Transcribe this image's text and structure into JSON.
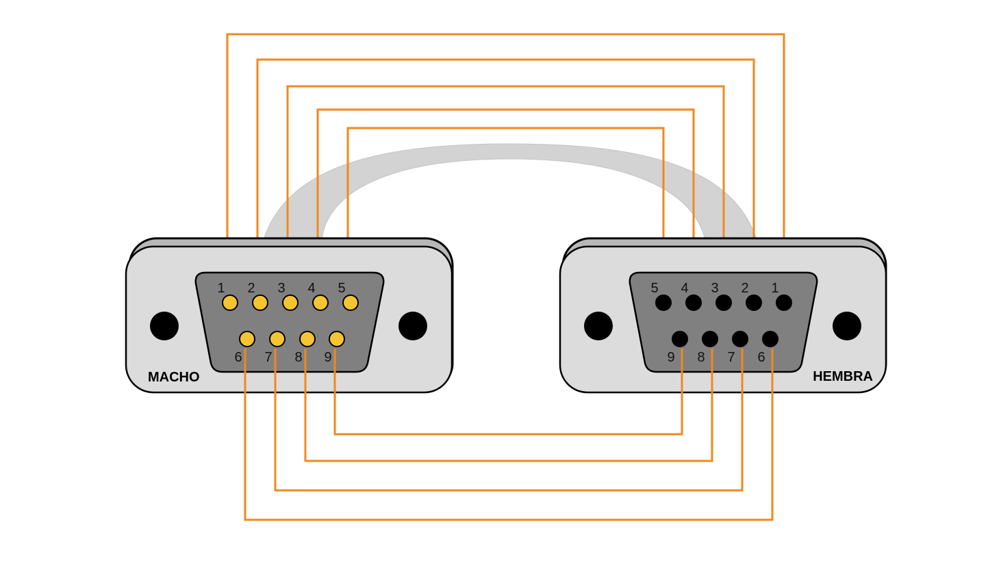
{
  "connectors": {
    "left": {
      "label": "MACHO",
      "pin_style": "yellow"
    },
    "right": {
      "label": "HEMBRA",
      "pin_style": "black"
    }
  },
  "pins": {
    "row_top": [
      "1",
      "2",
      "3",
      "4",
      "5"
    ],
    "row_bottom": [
      "6",
      "7",
      "8",
      "9"
    ]
  },
  "wiring": [
    {
      "from": "1",
      "to": "1"
    },
    {
      "from": "2",
      "to": "2"
    },
    {
      "from": "3",
      "to": "3"
    },
    {
      "from": "4",
      "to": "4"
    },
    {
      "from": "5",
      "to": "5"
    },
    {
      "from": "6",
      "to": "6"
    },
    {
      "from": "7",
      "to": "7"
    },
    {
      "from": "8",
      "to": "8"
    },
    {
      "from": "9",
      "to": "9"
    }
  ],
  "colors": {
    "wire": "#f0891c",
    "shell": "#dcdcdc",
    "insert": "#808080",
    "male_pin": "#f5c431",
    "female_pin": "#000000",
    "cable": "#d3d3d3"
  }
}
